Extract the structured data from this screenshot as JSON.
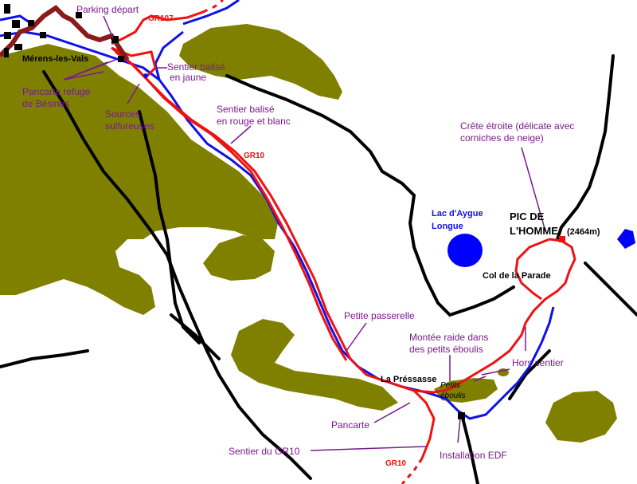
{
  "labels": {
    "parking": "Parking départ",
    "gr107": "GR107",
    "village": "Mérens-les-Vals",
    "pancarte_refuge_1": "Pancarte refuge",
    "pancarte_refuge_2": "de Bésines",
    "sentier_jaune_1": "Sentier balisé",
    "sentier_jaune_2": "en jaune",
    "sources_1": "Sources",
    "sources_2": "sulfureuses",
    "sentier_rouge_1": "Sentier balisé",
    "sentier_rouge_2": "en rouge et blanc",
    "gr10_top": "GR10",
    "crete_1": "Crête étroite (délicate avec",
    "crete_2": "corniches de neige)",
    "lac_1": "Lac d'Aygue",
    "lac_2": "Longue",
    "pic_1": "PIC DE",
    "pic_2": "L'HOMME",
    "pic_alt": "(2464m)",
    "col": "Col de la Parade",
    "passerelle": "Petite passerelle",
    "montee_1": "Montée raide dans",
    "montee_2": "des petits éboulis",
    "hors_sentier": "Hors sentier",
    "pressasse": "La Préssasse",
    "petits_eboulis_1": "Petits",
    "petits_eboulis_2": "éboulis",
    "pancarte": "Pancarte",
    "sentier_gr10": "Sentier du GR10",
    "installation_edf": "Installation EDF",
    "gr10_bottom": "GR10"
  },
  "colors": {
    "forest": "#808000",
    "trail_red": "#ee1111",
    "trail_blue": "#1010e8",
    "river_blue": "#1010e8",
    "lake": "#0000ff",
    "annotation": "#7a1a8a",
    "ridge": "#000000",
    "village_road": "#8b1a1a"
  }
}
